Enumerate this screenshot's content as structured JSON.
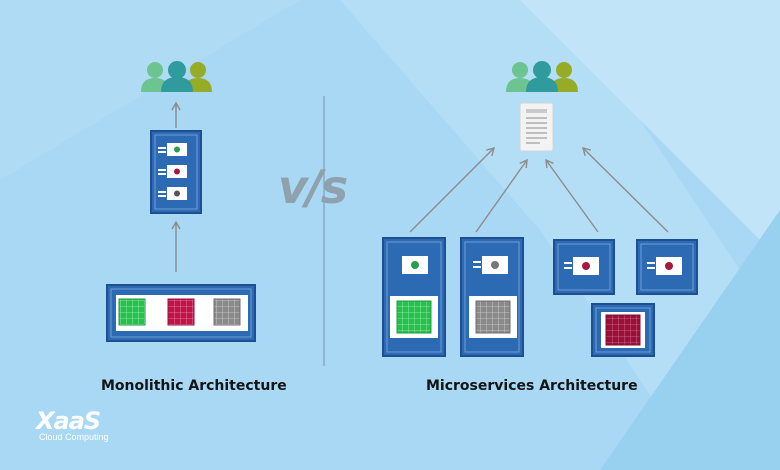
{
  "captions": {
    "monolithic": "Monolithic Architecture",
    "microservices": "Microservices Architecture"
  },
  "vs_text": "v/s",
  "logo": {
    "wordmark": "XaaS",
    "tagline": "Cloud Computing"
  },
  "colors": {
    "background": "#a8d8f4",
    "box_blue": "#2d6ab4",
    "box_border": "#1d4f92",
    "arrow": "#8c8c8c",
    "green": "#27c04e",
    "crimson": "#c0134a",
    "gray": "#8a8a8a",
    "users": [
      "#6cc491",
      "#2f9b9d",
      "#96ac27"
    ]
  },
  "icons": [
    "users-icon",
    "server-rack-icon",
    "document-icon",
    "arrow-icon"
  ]
}
